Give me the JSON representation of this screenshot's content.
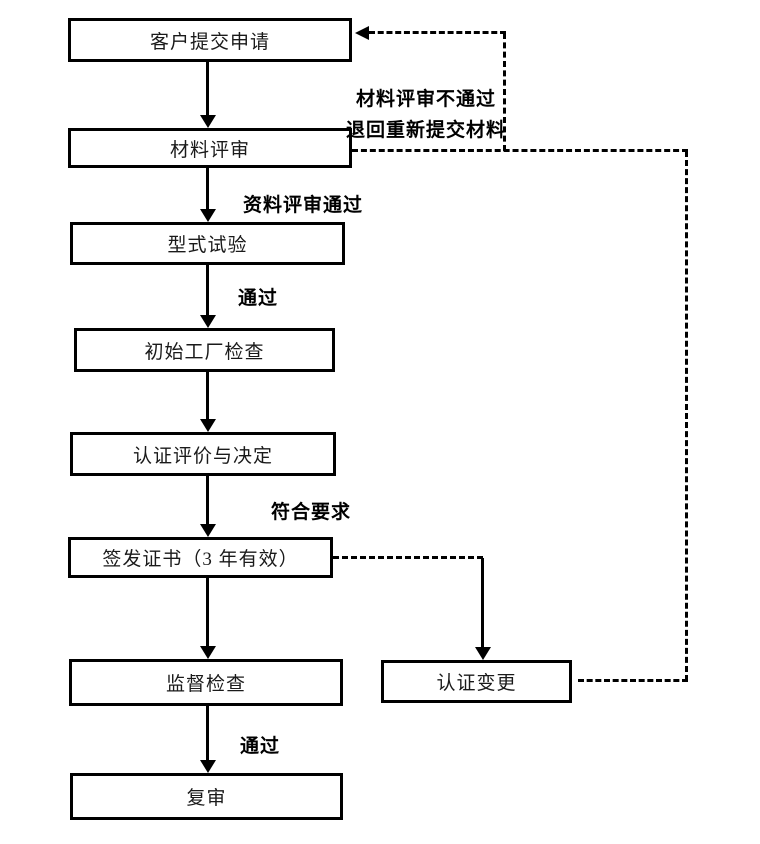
{
  "page": {
    "background_color": "#ffffff",
    "line_color": "#000000"
  },
  "flowchart": {
    "boxes": [
      {
        "id": "customer-application",
        "label": "客户提交申请"
      },
      {
        "id": "material-review",
        "label": "材料评审"
      },
      {
        "id": "type-test",
        "label": "型式试验"
      },
      {
        "id": "initial-factory-inspection",
        "label": "初始工厂检查"
      },
      {
        "id": "evaluation-and-decision",
        "label": "认证评价与决定"
      },
      {
        "id": "issue-certificate",
        "label": "签发证书（3 年有效）"
      },
      {
        "id": "supervision-inspection",
        "label": "监督检查"
      },
      {
        "id": "re-examination",
        "label": "复审"
      },
      {
        "id": "certification-change",
        "label": "认证变更"
      }
    ],
    "edge_labels": {
      "material_review_fail_line1": "材料评审不通过",
      "material_review_fail_line2": "退回重新提交材料",
      "data_review_pass": "资料评审通过",
      "type_test_pass": "通过",
      "meet_requirements": "符合要求",
      "supervision_pass": "通过"
    }
  }
}
